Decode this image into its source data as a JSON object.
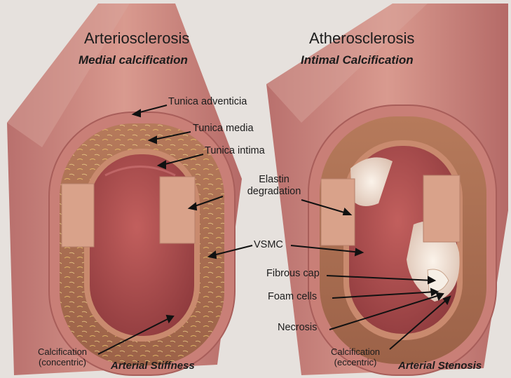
{
  "left": {
    "title": "Arteriosclerosis",
    "subtitle": "Medial calcification",
    "footer": "Arterial Stiffness",
    "calc_line1": "Calcification",
    "calc_line2": "(concentric)"
  },
  "right": {
    "title": "Atherosclerosis",
    "subtitle": "Intimal Calcification",
    "footer": "Arterial Stenosis",
    "calc_line1": "Calcification",
    "calc_line2": "(eccentric)"
  },
  "labels": {
    "adventicia": "Tunica adventicia",
    "media": "Tunica media",
    "intima": "Tunica intima",
    "elastin_line1": "Elastin",
    "elastin_line2": "degradation",
    "vsmc": "VSMC",
    "fibrous_cap": "Fibrous cap",
    "foam_cells": "Foam cells",
    "necrosis": "Necrosis"
  },
  "colors": {
    "background": "#e6e1dd",
    "vessel_outer": "#c98078",
    "media_band": "#ad7458",
    "lumen": "#a84b4c",
    "plaque": "#efe3d8"
  }
}
